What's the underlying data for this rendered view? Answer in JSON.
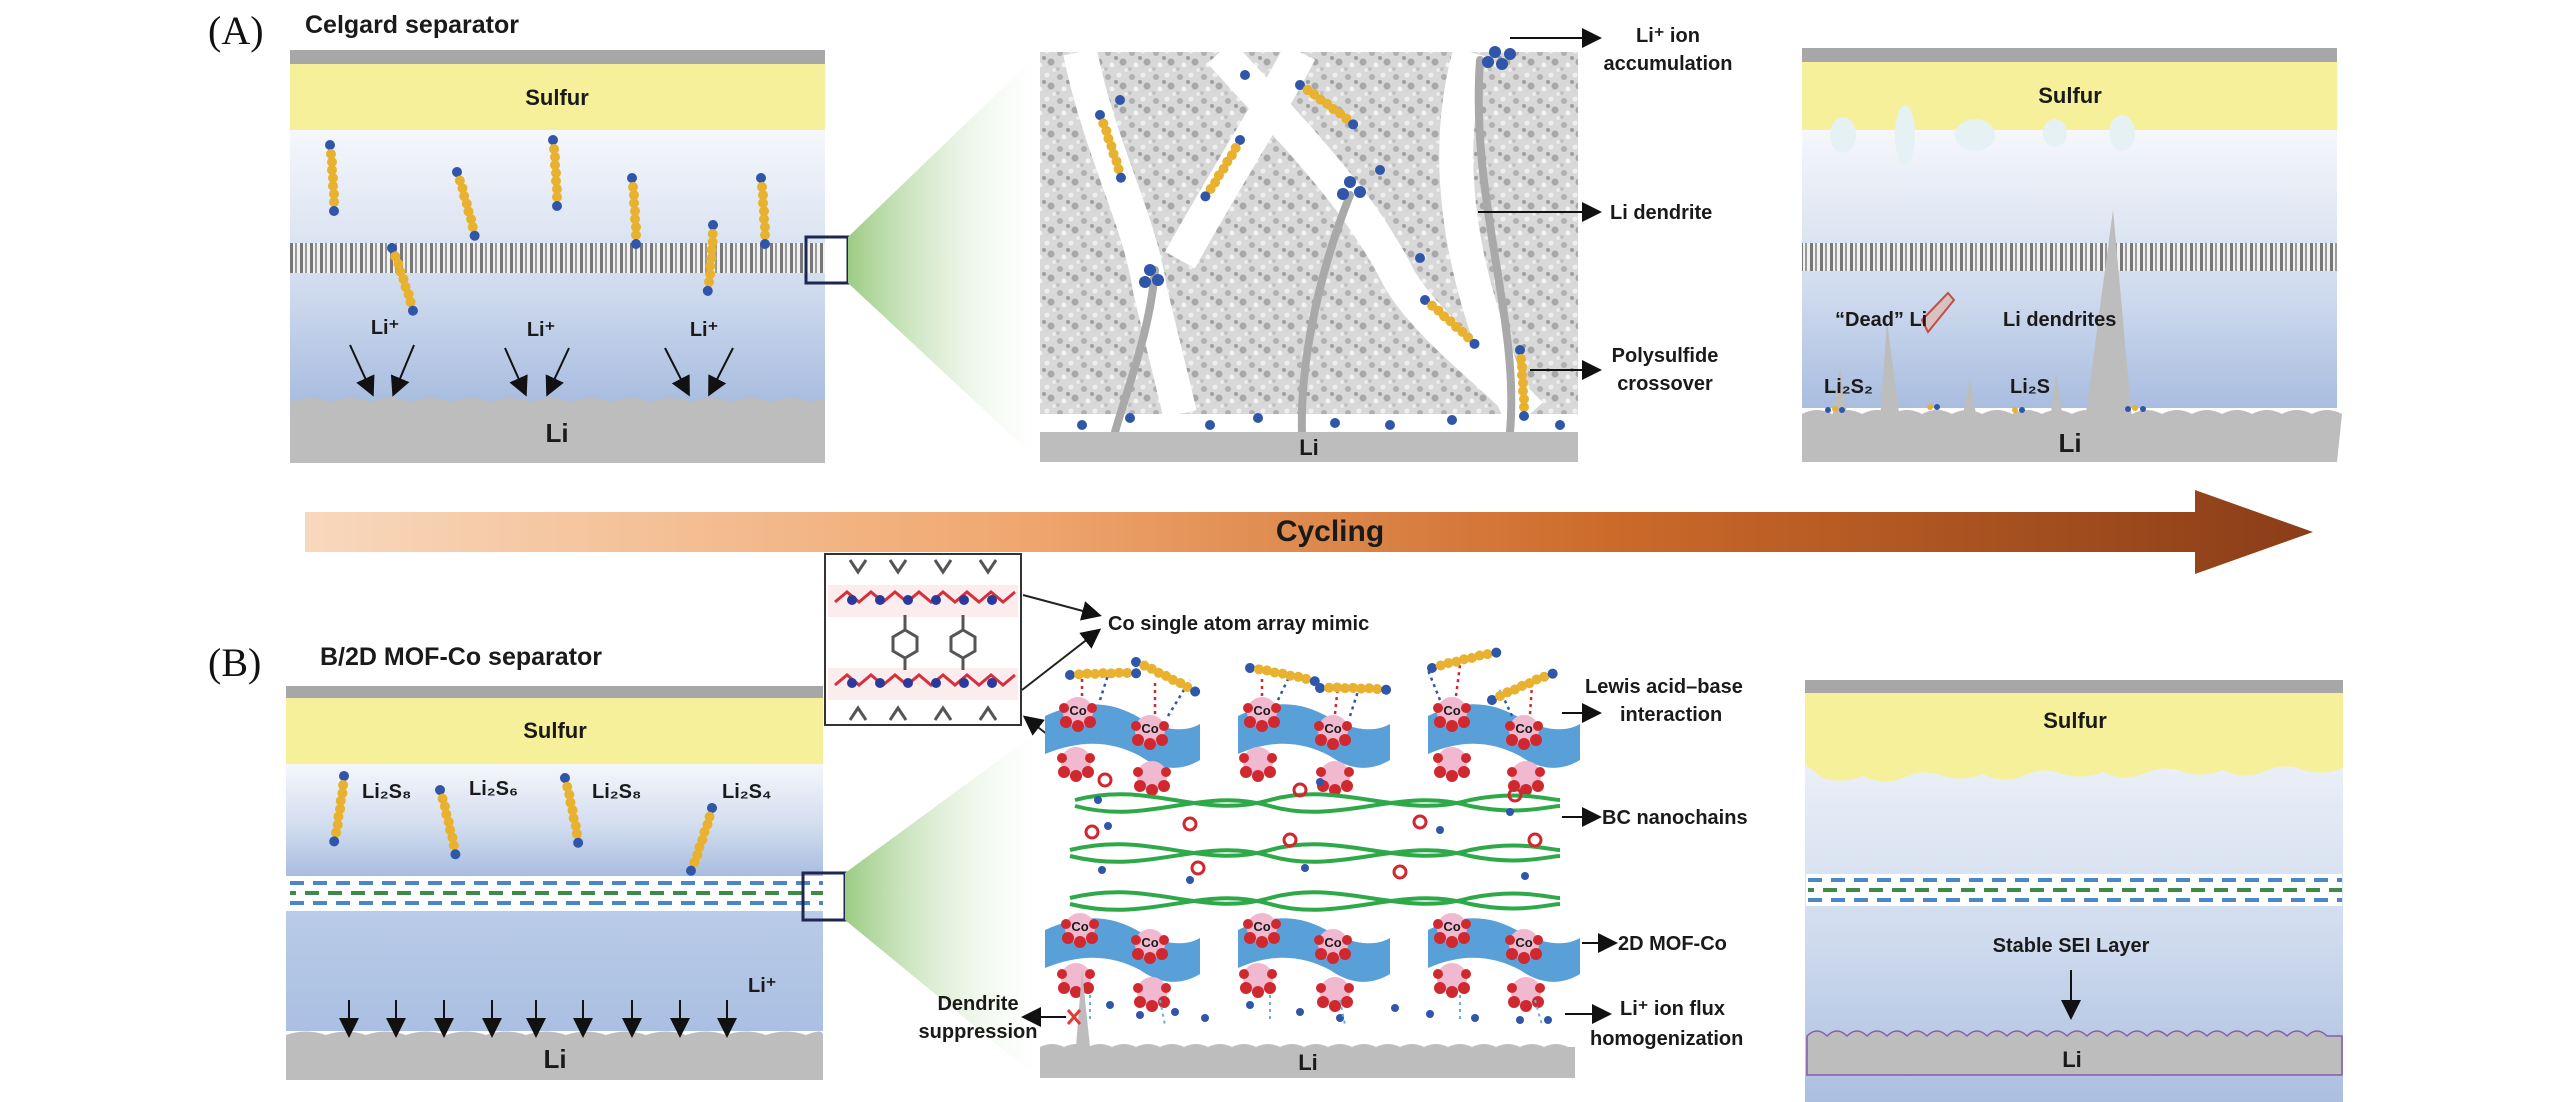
{
  "figure": {
    "panel_a": {
      "letter": "(A)",
      "title": "Celgard separator",
      "before": {
        "cathode_label": "Sulfur",
        "anode_label": "Li",
        "ion_labels": [
          "Li⁺",
          "Li⁺",
          "Li⁺"
        ]
      },
      "zoom": {
        "anode_label": "Li",
        "callouts": [
          "Li⁺ ion",
          "accumulation",
          "Li dendrite",
          "Polysulfide",
          "crossover"
        ]
      },
      "after": {
        "cathode_label": "Sulfur",
        "anode_label": "Li",
        "dead_li": "“Dead” Li",
        "dendrites": "Li dendrites",
        "species": [
          "Li₂S₂",
          "Li₂S"
        ]
      }
    },
    "cycling": {
      "label": "Cycling",
      "gradient_start": "#f7cfae",
      "gradient_end": "#8c3f17"
    },
    "panel_b": {
      "letter": "(B)",
      "title": "B/2D MOF-Co separator",
      "before": {
        "cathode_label": "Sulfur",
        "anode_label": "Li",
        "ion_label": "Li⁺",
        "polysulfides": [
          "Li₂S₈",
          "Li₂S₆",
          "Li₂S₈",
          "Li₂S₄"
        ]
      },
      "zoom": {
        "inset_label": "Co single atom array mimic",
        "co_label": "Co",
        "anode_label": "Li",
        "callouts": {
          "lewis_1": "Lewis acid–base",
          "lewis_2": "interaction",
          "bc": "BC nanochains",
          "mof": "2D MOF-Co",
          "flux_1": "Li⁺ ion flux",
          "flux_2": "homogenization",
          "dendrite_1": "Dendrite",
          "dendrite_2": "suppression"
        }
      },
      "after": {
        "cathode_label": "Sulfur",
        "sei_label": "Stable SEI Layer",
        "anode_label": "Li"
      }
    },
    "colors": {
      "sulfur": "#f7f09a",
      "collector": "#a7a7a7",
      "lithium": "#bdbdbd",
      "electrolyte_top": "#f2f5fa",
      "electrolyte_bottom": "#a8bde0",
      "polysulfide": "#e8b230",
      "li_ion": "#2f56a8",
      "mof": "#5aa0d8",
      "bc_chain": "#2fa84a",
      "zoom_fan": "#9ccc84"
    }
  }
}
